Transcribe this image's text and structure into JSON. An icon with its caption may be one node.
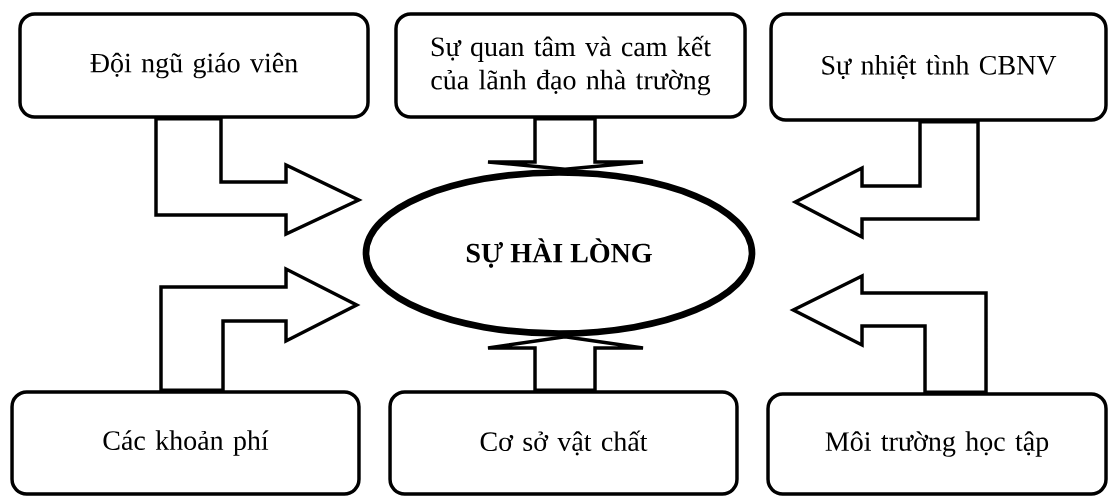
{
  "diagram": {
    "nodes": [
      {
        "text": [
          "Đội ngũ giáo viên"
        ]
      },
      {
        "text": [
          "Sự quan tâm và cam kết của lãnh đạo nhà trường"
        ]
      },
      {
        "text": [
          "Sự nhiệt tình CBNV"
        ]
      },
      {
        "text": [
          "SỰ HÀI LÒNG"
        ]
      },
      {
        "text": [
          "Các khoản phí"
        ]
      },
      {
        "text": [
          "Cơ sở vật chất"
        ]
      },
      {
        "text": [
          "Môi trường học tập"
        ]
      }
    ],
    "edges": [
      {
        "from": 0,
        "to": 3,
        "arrow": "to"
      },
      {
        "from": 1,
        "to": 3,
        "arrow": "to"
      },
      {
        "from": 2,
        "to": 3,
        "arrow": "to"
      },
      {
        "from": 4,
        "to": 3,
        "arrow": "to"
      },
      {
        "from": 5,
        "to": 3,
        "arrow": "to"
      },
      {
        "from": 6,
        "to": 3,
        "arrow": "to"
      }
    ]
  }
}
